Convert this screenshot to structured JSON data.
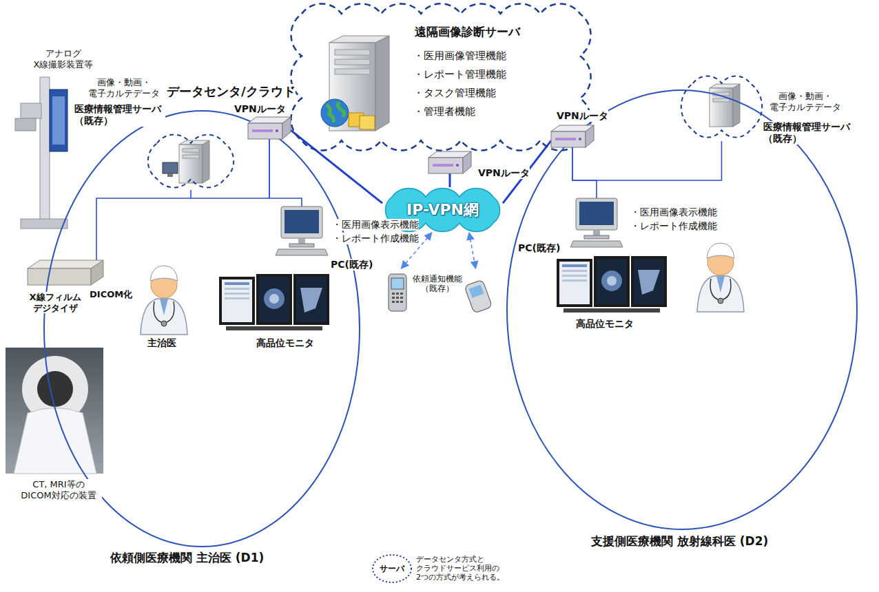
{
  "diagram": {
    "nodes": [
      {
        "text": [
          "遠隔画像診断サーバ",
          "・医用画像管理機能",
          "・レポート管理機能",
          "・タスク管理機能",
          "・管理者機能"
        ]
      },
      {
        "text": [
          "VPNルータ"
        ]
      },
      {
        "text": [
          "IP-VPN網"
        ]
      },
      {
        "text": [
          "依頼側医療機関 主治医 (D1)"
        ]
      },
      {
        "text": [
          "画像・動画・ 電子カルテデータ",
          "医療情報管理サーバ （既存）"
        ],
        "in": 3
      },
      {
        "text": [
          "VPNルータ"
        ],
        "in": 3
      },
      {
        "text": [
          "PC(既存)"
        ],
        "in": 3
      },
      {
        "text": [
          "依頼通知機能 （既存）"
        ]
      },
      {
        "text": [
          "支援側医療機関 放射線科医 (D2)"
        ]
      },
      {
        "text": [
          "VPNルータ"
        ],
        "in": 8
      },
      {
        "text": [
          "画像・動画・ 電子カルテデータ",
          "医療情報管理サーバ （既存）"
        ],
        "in": 8
      },
      {
        "text": [
          "PC(既存)"
        ],
        "in": 8
      }
    ],
    "edges": [
      {
        "from": 1,
        "to": 2,
        "arrow": "none"
      },
      {
        "from": 5,
        "to": 2,
        "arrow": "none"
      },
      {
        "from": 9,
        "to": 2,
        "arrow": "none"
      },
      {
        "from": 4,
        "to": 5,
        "arrow": "none"
      },
      {
        "from": 6,
        "to": 5,
        "arrow": "none"
      },
      {
        "from": 9,
        "to": 10,
        "arrow": "none"
      },
      {
        "from": 11,
        "to": 9,
        "arrow": "none"
      },
      {
        "from": 2,
        "to": 7,
        "arrow": "both"
      },
      {
        "from": 2,
        "to": 7,
        "arrow": "both"
      }
    ],
    "labels": [
      "データセンタ/クラウド",
      "アナログ X線撮影装置等",
      "X線フィルム デジタイザ",
      "DICOM化",
      "・医用画像表示機能",
      "・レポート作成機能",
      "主治医",
      "高品位モニタ",
      "CT, MRI等の DICOM対応の装置",
      "・医用画像表示機能",
      "・レポート作成機能",
      "高品位モニタ",
      "サーバ"
    ],
    "legend": [
      {
        "text": "データセンタ方式と クラウドサービス利用の 2つの方式が考えられる。"
      }
    ]
  }
}
